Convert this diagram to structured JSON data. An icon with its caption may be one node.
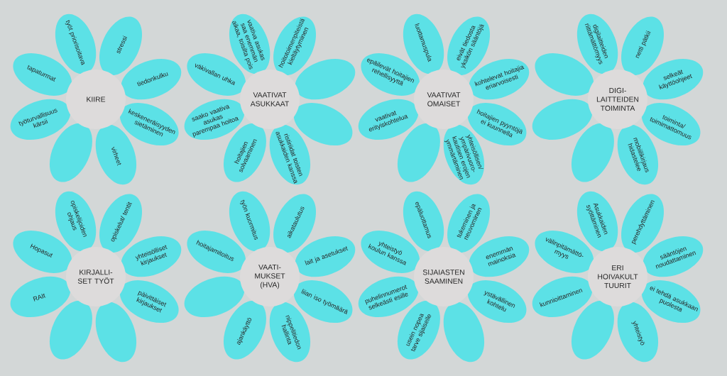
{
  "diagram": {
    "nodes": [
      {
        "text": [
          "KIIRE"
        ]
      },
      {
        "text": [
          "työt priorisoitava"
        ]
      },
      {
        "text": [
          "stressi"
        ]
      },
      {
        "text": [
          "tiedonkulku"
        ]
      },
      {
        "text": [
          "keskeneräisyyden sietäminen"
        ]
      },
      {
        "text": [
          "virheet"
        ]
      },
      {
        "text": [],
        "shape": "petal"
      },
      {
        "text": [
          "työturvallisuus kärsii"
        ]
      },
      {
        "text": [
          "tapaturmat"
        ]
      },
      {
        "text": [
          "VAATIVAT ASUKKAAT"
        ]
      },
      {
        "text": [
          "vaativa asukas saa enemmän aikaa, toisilta pois"
        ]
      },
      {
        "text": [
          "hoitotoimenpiteistä kieltäytyminen"
        ]
      },
      {
        "text": [],
        "shape": "petal"
      },
      {
        "text": [],
        "shape": "petal"
      },
      {
        "text": [
          "ristiriidat toisten asukkaiden kanssa"
        ]
      },
      {
        "text": [
          "hoitajien solvaaminen"
        ]
      },
      {
        "text": [
          "saako vaativa asukas parempaa hoitoa"
        ]
      },
      {
        "text": [
          "väkivallan uhka"
        ]
      },
      {
        "text": [
          "VAATIVAT OMAISET"
        ]
      },
      {
        "text": [
          "luottamuspula"
        ]
      },
      {
        "text": [
          "eivät tiedosta yksikön sääntöjä"
        ]
      },
      {
        "text": [
          "kohtelevat hoitajia eriarvoisesti"
        ]
      },
      {
        "text": [
          "hoitajien pyyntöjä ei kuunnella"
        ]
      },
      {
        "text": [
          "yhteisöllisen/ ympärivuoro-kautisen erojen ymmärtäminen"
        ]
      },
      {
        "text": [],
        "shape": "petal"
      },
      {
        "text": [
          "vaativat erityiskohtelua"
        ]
      },
      {
        "text": [
          "epäilevät hoitajien rehellisyyttä"
        ]
      },
      {
        "text": [
          "DIGI-LAITTEIDEN TOIMINTA"
        ]
      },
      {
        "text": [
          "digilaitteiden riittämättömyys"
        ]
      },
      {
        "text": [
          "netti pätkii"
        ]
      },
      {
        "text": [
          "selkeät käyttöohjeet"
        ]
      },
      {
        "text": [
          "toiminta/ toimimattomuus"
        ]
      },
      {
        "text": [
          "mobiilikirjaus hidastelee"
        ]
      },
      {
        "text": [],
        "shape": "petal"
      },
      {
        "text": [],
        "shape": "petal"
      },
      {
        "text": [],
        "shape": "petal"
      },
      {
        "text": [
          "KIRJALLI-SET TYÖT"
        ]
      },
      {
        "text": [
          "opiskelijoiden ohjaus"
        ]
      },
      {
        "text": [
          "opiskelut/ tentit"
        ]
      },
      {
        "text": [
          "yhteisölliset kirjaukset"
        ]
      },
      {
        "text": [
          "päivittäiset kirjaukset"
        ]
      },
      {
        "text": [],
        "shape": "petal"
      },
      {
        "text": [],
        "shape": "petal"
      },
      {
        "text": [
          "RAIt"
        ]
      },
      {
        "text": [
          "Hopasut"
        ]
      },
      {
        "text": [
          "VAATI-MUKSET (HVA)"
        ]
      },
      {
        "text": [
          "työn kuormitus"
        ]
      },
      {
        "text": [
          "aikataulutus"
        ]
      },
      {
        "text": [
          "lait ja asetukset"
        ]
      },
      {
        "text": [
          "liian iso työmäärä"
        ]
      },
      {
        "text": [
          "nippelitiedon hallinta"
        ]
      },
      {
        "text": [
          "ajankäyttö"
        ]
      },
      {
        "text": [],
        "shape": "petal"
      },
      {
        "text": [
          "hoitajamitoitus"
        ]
      },
      {
        "text": [
          "SIJAIASTEN SAAMINEN"
        ]
      },
      {
        "text": [
          "epäluottamus"
        ]
      },
      {
        "text": [
          "tukeminen ja neuvominen"
        ]
      },
      {
        "text": [
          "enemmän mainoksia"
        ]
      },
      {
        "text": [
          "ystävällinen kohtelu"
        ]
      },
      {
        "text": [],
        "shape": "petal"
      },
      {
        "text": [
          "usein nopea tarve sijaiselle"
        ]
      },
      {
        "text": [
          "puhelinnumerot selkeästi esille"
        ]
      },
      {
        "text": [
          "yhteistyö koulun kanssa"
        ]
      },
      {
        "text": [
          "ERI HOIVAKULT TUURIT"
        ]
      },
      {
        "text": [
          "Asukkaiden syöttäminen"
        ]
      },
      {
        "text": [
          "perehdyttäminen"
        ]
      },
      {
        "text": [
          "sääntöjen noudattaminen"
        ]
      },
      {
        "text": [
          "ei tehdä asukkaan puolesta"
        ]
      },
      {
        "text": [
          "yhteistyö"
        ]
      },
      {
        "text": [],
        "shape": "petal"
      },
      {
        "text": [
          "kunnioittaminen"
        ]
      },
      {
        "text": [
          "välinpitämättö-myys"
        ]
      }
    ]
  }
}
